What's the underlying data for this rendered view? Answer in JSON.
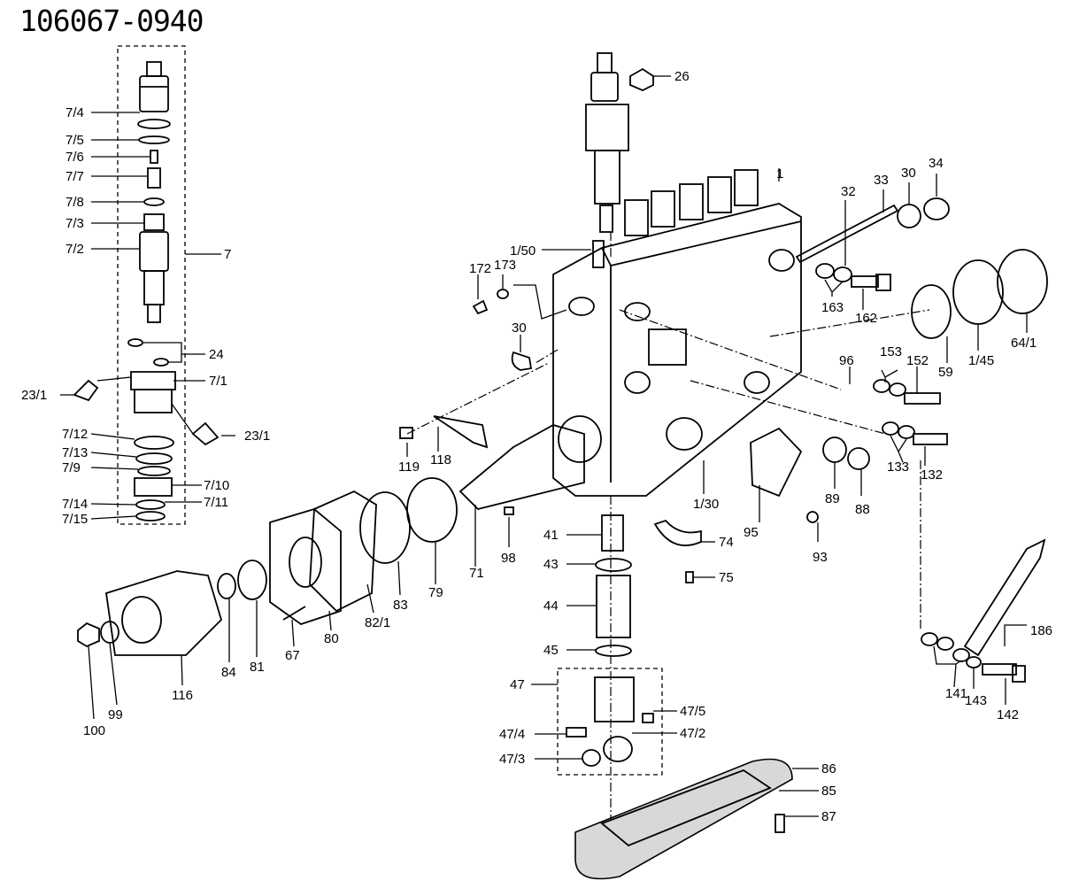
{
  "title": "106067-0940",
  "labels": {
    "l_7_4": "7/4",
    "l_7_5": "7/5",
    "l_7_6": "7/6",
    "l_7_7": "7/7",
    "l_7_8": "7/8",
    "l_7_3": "7/3",
    "l_7_2": "7/2",
    "l_7": "7",
    "l_24": "24",
    "l_7_1": "7/1",
    "l_23_1a": "23/1",
    "l_23_1b": "23/1",
    "l_7_12": "7/12",
    "l_7_13": "7/13",
    "l_7_9": "7/9",
    "l_7_10": "7/10",
    "l_7_11": "7/11",
    "l_7_14": "7/14",
    "l_7_15": "7/15",
    "l_26": "26",
    "l_1": "1",
    "l_32": "32",
    "l_33": "33",
    "l_30a": "30",
    "l_34": "34",
    "l_1_50": "1/50",
    "l_172": "172",
    "l_173": "173",
    "l_163": "163",
    "l_162": "162",
    "l_59": "59",
    "l_1_45": "1/45",
    "l_64_1": "64/1",
    "l_30b": "30",
    "l_153": "153",
    "l_96": "96",
    "l_152": "152",
    "l_119": "119",
    "l_118": "118",
    "l_133": "133",
    "l_132": "132",
    "l_89": "89",
    "l_88": "88",
    "l_1_30": "1/30",
    "l_95": "95",
    "l_93": "93",
    "l_74": "74",
    "l_75": "75",
    "l_41": "41",
    "l_43": "43",
    "l_44": "44",
    "l_45": "45",
    "l_47": "47",
    "l_47_5": "47/5",
    "l_47_4": "47/4",
    "l_47_2": "47/2",
    "l_47_3": "47/3",
    "l_86": "86",
    "l_85": "85",
    "l_87": "87",
    "l_98": "98",
    "l_71": "71",
    "l_79": "79",
    "l_83": "83",
    "l_82_1": "82/1",
    "l_80": "80",
    "l_67": "67",
    "l_81": "81",
    "l_84": "84",
    "l_116": "116",
    "l_99": "99",
    "l_100": "100",
    "l_186": "186",
    "l_141": "141",
    "l_143": "143",
    "l_142": "142"
  }
}
